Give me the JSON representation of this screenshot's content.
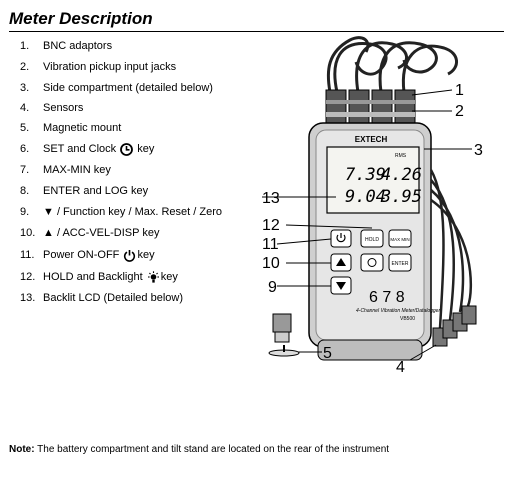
{
  "title": "Meter Description",
  "items": [
    {
      "num": "1.",
      "text": "BNC adaptors"
    },
    {
      "num": "2.",
      "text": "Vibration pickup input jacks"
    },
    {
      "num": "3.",
      "text": "Side compartment (detailed below)"
    },
    {
      "num": "4.",
      "text": "Sensors"
    },
    {
      "num": "5.",
      "text": "Magnetic mount"
    },
    {
      "num": "6.",
      "text": "SET and Clock",
      "suffix": "key",
      "icon": "clock-icon"
    },
    {
      "num": "7.",
      "text": "MAX-MIN key"
    },
    {
      "num": "8.",
      "text": "ENTER and LOG key"
    },
    {
      "num": "9.",
      "text": "▼ / Function key / Max. Reset / Zero"
    },
    {
      "num": "10.",
      "text": "▲ / ACC-VEL-DISP key"
    },
    {
      "num": "11.",
      "text": "Power ON-OFF",
      "suffix": "key",
      "icon": "power-icon"
    },
    {
      "num": "12.",
      "text": "HOLD and Backlight",
      "suffix": "key",
      "icon": "backlight-icon"
    },
    {
      "num": "13.",
      "text": "Backlit LCD (Detailed below)"
    }
  ],
  "note": {
    "label": "Note:",
    "text": "The battery compartment and tilt stand are located on the rear of the instrument"
  },
  "figure": {
    "brand": "EXTECH",
    "lcd": {
      "top_left": "7.39",
      "top_right": "4.26",
      "bottom_left": "9.04",
      "bottom_right": "3.95",
      "rms": "RMS"
    },
    "buttons": {
      "hold": "HOLD",
      "maxmin": "MAX MIN",
      "enter": "ENTER"
    },
    "model_text": "4-Channel Vibration Meter/Datalogger",
    "model_number": "VB500",
    "callouts": {
      "c1": "1",
      "c2": "2",
      "c3": "3",
      "c4": "4",
      "c5": "5",
      "c678": "6 7 8",
      "c9": "9",
      "c10": "10",
      "c11": "11",
      "c12": "12",
      "c13": "13"
    }
  }
}
